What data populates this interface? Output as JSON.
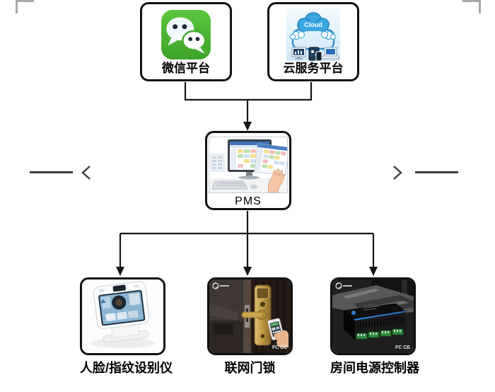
{
  "page": {
    "background": "#ffffff"
  },
  "carousel": {
    "prev_icon": "chevron-left",
    "next_icon": "chevron-right"
  },
  "nodes": {
    "wechat": {
      "label": "微信平台",
      "icon": "wechat-icon"
    },
    "cloud": {
      "label": "云服务平台",
      "cloud_text": "Cloud",
      "icon": "cloud-platform-icon"
    },
    "pms": {
      "label": "PMS",
      "image": "pms-software-screenshot"
    },
    "face": {
      "label": "人脸/指纹设别仪",
      "image": "face-fingerprint-terminal-photo"
    },
    "lock": {
      "label": "联网门锁",
      "cert": "FC CE",
      "image": "networked-door-lock-photo"
    },
    "power": {
      "label": "房间电源控制器",
      "cert": "FC CE",
      "image": "room-power-controller-photo"
    }
  },
  "colors": {
    "connector": "#151515",
    "box_border": "#111111",
    "wechat_green": "#4dba38",
    "cloud_blue": "#3ba7e0",
    "chevron_gray": "#3c3c3c",
    "crop_mark_gray": "#a9a9a9",
    "lock_gold": "#c9a455",
    "terminal_green": "#2e8f3e"
  }
}
